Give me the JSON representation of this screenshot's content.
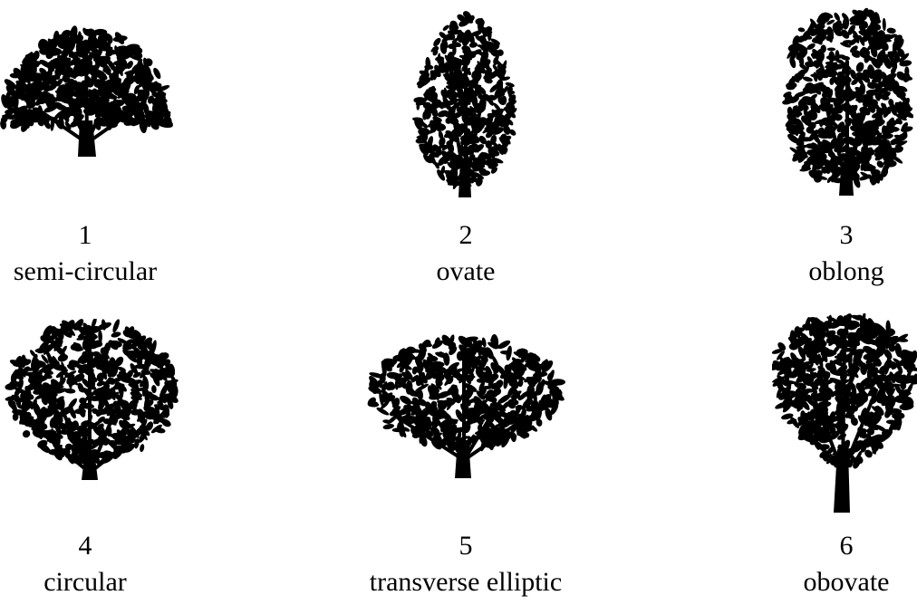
{
  "figure": {
    "items": [
      {
        "number": "1",
        "name": "semi-circular"
      },
      {
        "number": "2",
        "name": "ovate"
      },
      {
        "number": "3",
        "name": "oblong"
      },
      {
        "number": "4",
        "name": "circular"
      },
      {
        "number": "5",
        "name": "transverse elliptic"
      },
      {
        "number": "6",
        "name": "obovate"
      }
    ],
    "ink_color": "#000000",
    "background_color": "#ffffff"
  }
}
